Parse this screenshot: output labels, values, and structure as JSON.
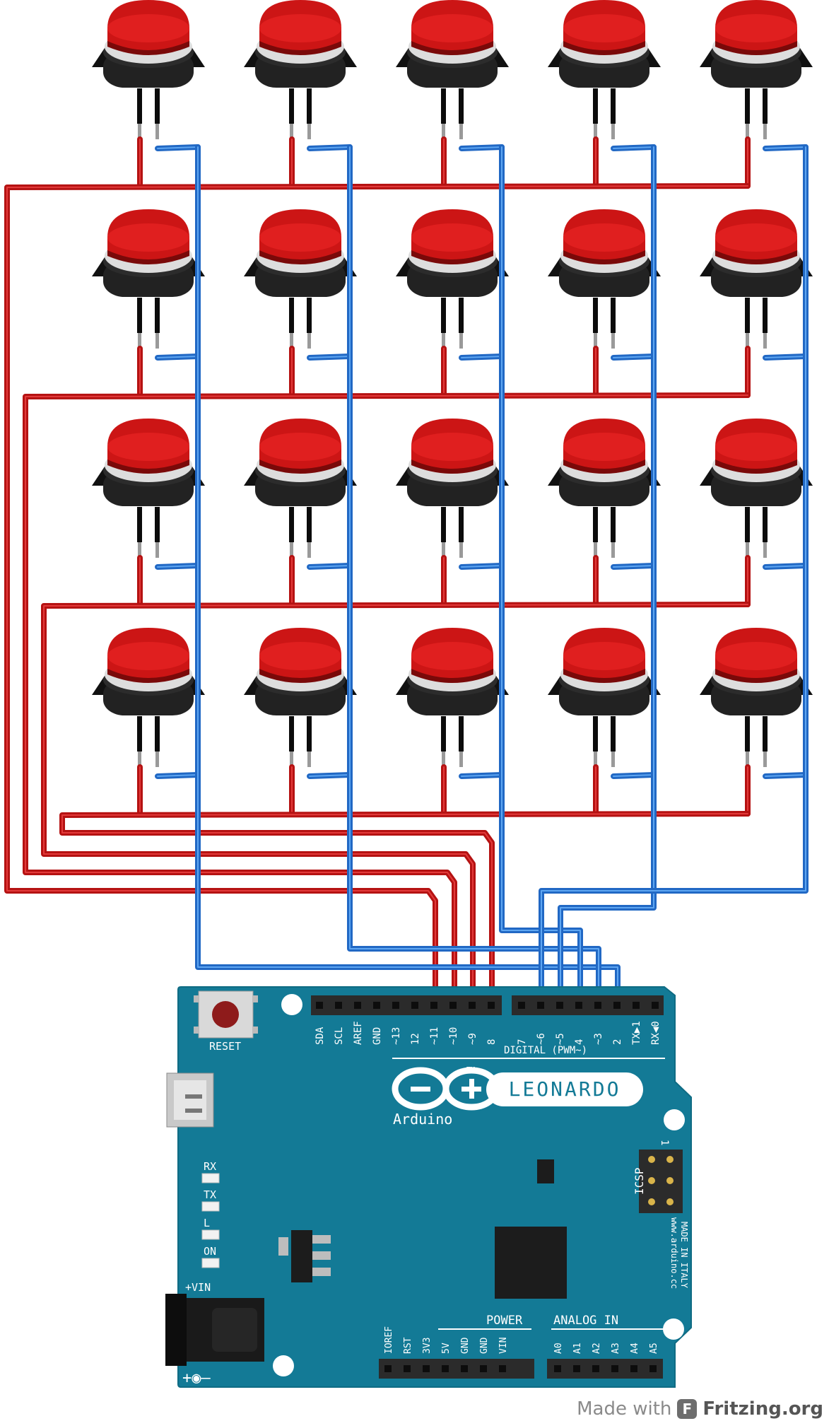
{
  "board": {
    "reset_label": "RESET",
    "model_label": "LEONARDO",
    "brand_label": "Arduino",
    "tm": "TM",
    "digital_label": "DIGITAL (PWM~)",
    "icsp_label": "ICSP",
    "icsp_pin1": "1",
    "power_label": "POWER",
    "analog_label": "ANALOG IN",
    "vin_label": "+VIN",
    "polarity_label": "+◉–",
    "website": "www.arduino.cc",
    "made_in": "MADE IN ITALY",
    "leds": [
      "RX",
      "TX",
      "L",
      "ON"
    ],
    "top_header_labels": [
      "SDA",
      "SCL",
      "AREF",
      "GND",
      "~13",
      "12",
      "~11",
      "~10",
      "~9",
      "8",
      "7",
      "~6",
      "~5",
      "4",
      "~3",
      "2",
      "TX▶1",
      "RX◀0"
    ],
    "power_pins": [
      "IOREF",
      "RST",
      "3V3",
      "5V",
      "GND",
      "GND",
      "VIN"
    ],
    "analog_pins": [
      "A0",
      "A1",
      "A2",
      "A3",
      "A4",
      "A5"
    ]
  },
  "credit": {
    "prefix": "Made with",
    "logo": "F",
    "brand": "Fritzing.org"
  },
  "colors": {
    "wire_row": "#b51212",
    "wire_col": "#2168c4",
    "board": "#137a96",
    "button_cap": "#cc1515"
  }
}
